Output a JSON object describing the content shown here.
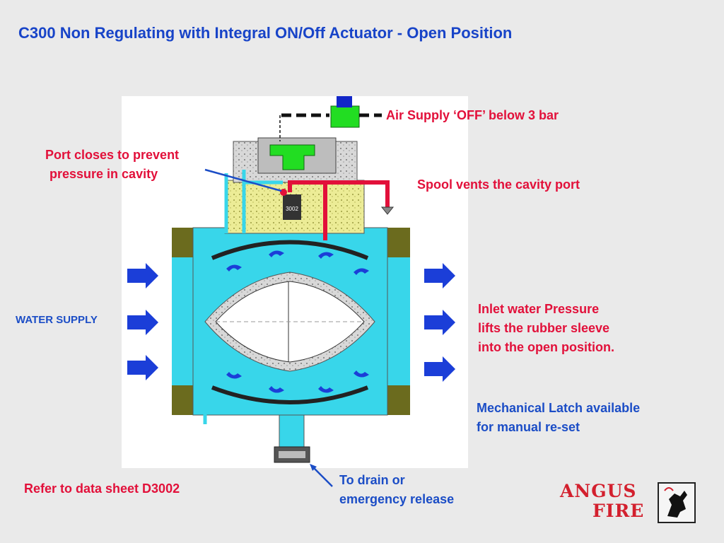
{
  "title": "C300 Non Regulating with Integral ON/Off Actuator - Open Position",
  "labels": {
    "air_supply": "Air Supply ‘OFF’ below 3 bar",
    "port_closes_1": "Port closes to prevent",
    "port_closes_2": "pressure in cavity",
    "spool_vents": "Spool vents the cavity port",
    "inlet_1": "Inlet water Pressure",
    "inlet_2": "lifts the rubber sleeve",
    "inlet_3": "into the open position.",
    "latch_1": "Mechanical Latch available",
    "latch_2": "for manual re-set",
    "drain_1": "To drain or",
    "drain_2": "emergency release",
    "refer": "Refer to data sheet D3002",
    "water_supply": "WATER SUPPLY",
    "spool_marking": "3002"
  },
  "logo": {
    "line1": "ANGUS",
    "line2": "FIRE"
  },
  "colors": {
    "title": "#1844c8",
    "red_label": "#e2103a",
    "blue_label": "#1b4dc6",
    "water": "#38d6ea",
    "actuator_green": "#22dd22",
    "actuator_blue": "#1226c8",
    "yellow_fill": "#ecec96",
    "olive": "#6b6b1e",
    "flow_arrow": "#1b3ed8"
  },
  "icons": [
    "flow-arrow-icon",
    "angus-fire-logo-icon"
  ]
}
